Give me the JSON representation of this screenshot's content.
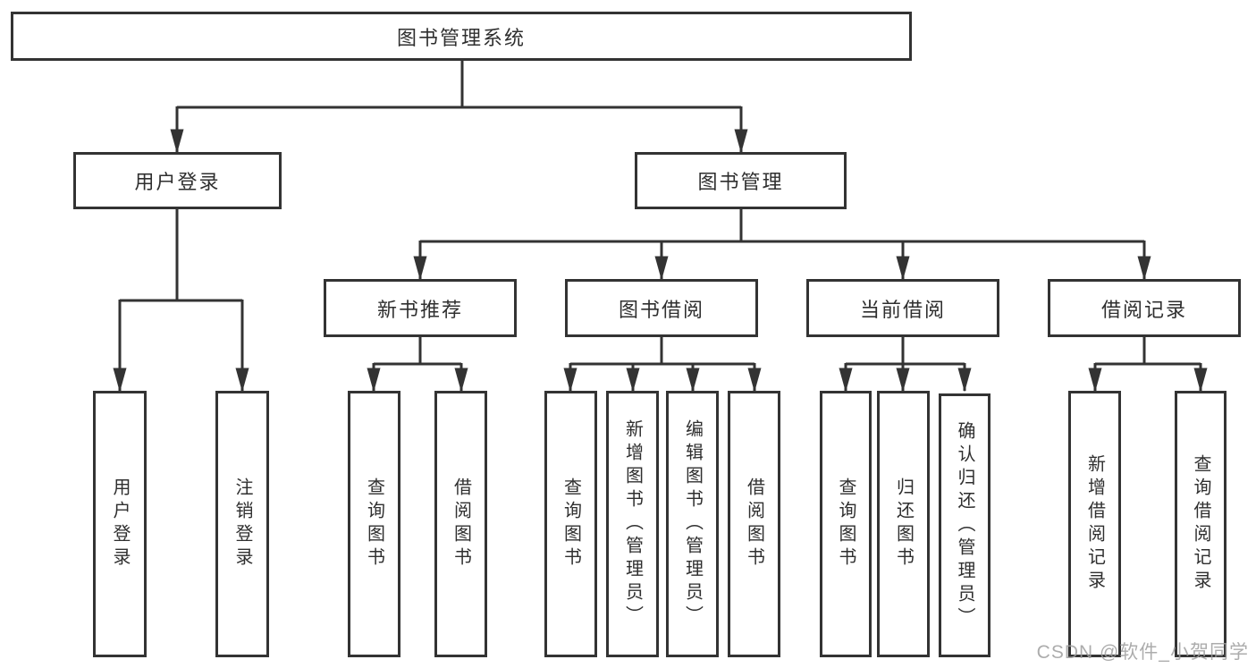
{
  "diagram_type": "hierarchy-tree",
  "colors": {
    "line": "#333333",
    "border": "#333333",
    "text": "#2f2f2f",
    "watermark": "#9e9e9e",
    "background": "#ffffff"
  },
  "tree": {
    "root": {
      "label": "图书管理系统",
      "children": [
        {
          "label": "用户登录",
          "children": [
            {
              "label": "用户登录"
            },
            {
              "label": "注销登录"
            }
          ]
        },
        {
          "label": "图书管理",
          "children": [
            {
              "label": "新书推荐",
              "children": [
                {
                  "label": "查询图书"
                },
                {
                  "label": "借阅图书"
                }
              ]
            },
            {
              "label": "图书借阅",
              "children": [
                {
                  "label": "查询图书"
                },
                {
                  "label": "新增图书（管理员）"
                },
                {
                  "label": "编辑图书（管理员）"
                },
                {
                  "label": "借阅图书"
                }
              ]
            },
            {
              "label": "当前借阅",
              "children": [
                {
                  "label": "查询图书"
                },
                {
                  "label": "归还图书"
                },
                {
                  "label": "确认归还（管理员）"
                }
              ]
            },
            {
              "label": "借阅记录",
              "children": [
                {
                  "label": "新增借阅记录"
                },
                {
                  "label": "查询借阅记录"
                }
              ]
            }
          ]
        }
      ]
    }
  },
  "watermark": {
    "text": "CSDN @软件_小贺同学"
  }
}
